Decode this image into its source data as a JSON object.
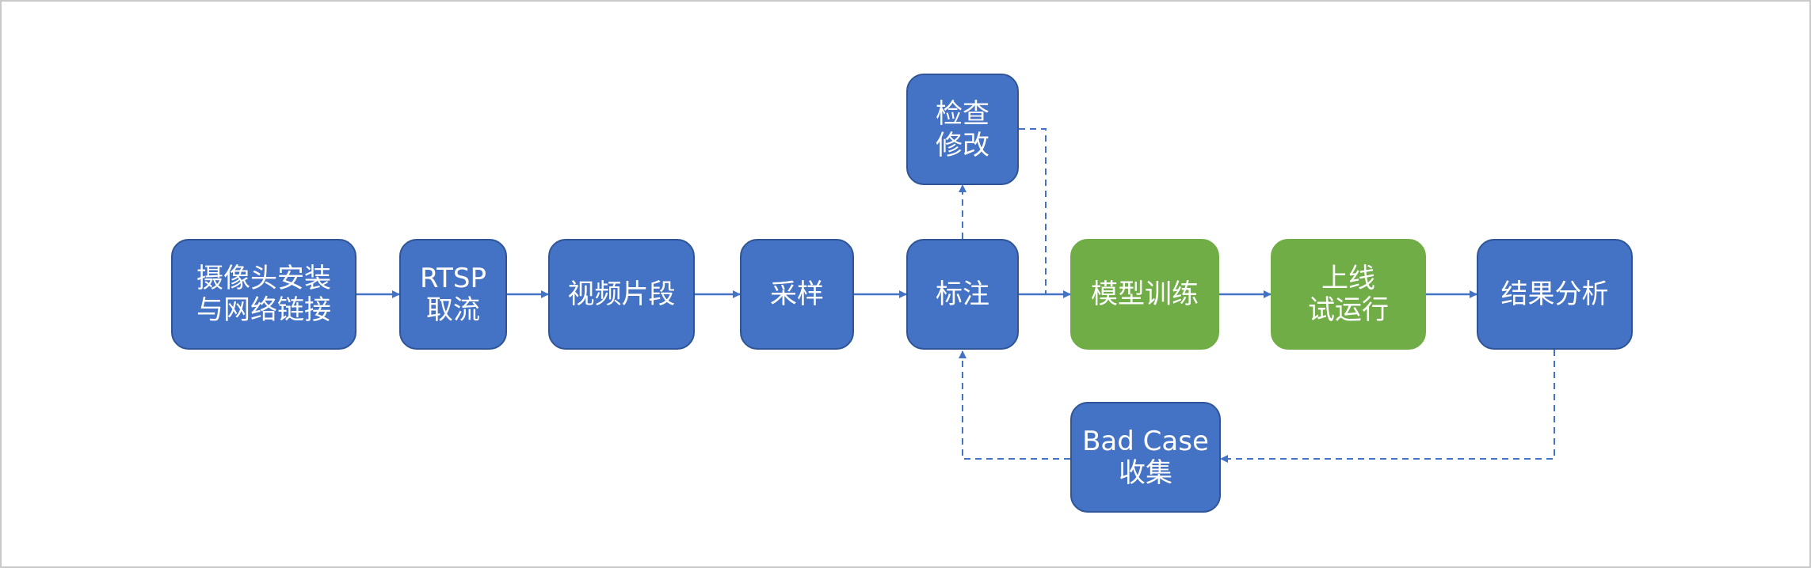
{
  "diagram": {
    "colors": {
      "blue_fill": "#4472c4",
      "blue_border": "#2f5597",
      "green_fill": "#70ad47",
      "arrow": "#4472c4",
      "text": "#ffffff"
    },
    "nodes": {
      "camera": {
        "label": "摄像头安装\n与网络链接",
        "color": "blue"
      },
      "rtsp": {
        "label": "RTSP\n取流",
        "color": "blue"
      },
      "video": {
        "label": "视频片段",
        "color": "blue"
      },
      "sample": {
        "label": "采样",
        "color": "blue"
      },
      "annotate": {
        "label": "标注",
        "color": "blue"
      },
      "check": {
        "label": "检查\n修改",
        "color": "blue"
      },
      "train": {
        "label": "模型训练",
        "color": "green"
      },
      "online": {
        "label": "上线\n试运行",
        "color": "green"
      },
      "analysis": {
        "label": "结果分析",
        "color": "blue"
      },
      "badcase": {
        "label": "Bad Case\n收集",
        "color": "blue"
      }
    },
    "edges": [
      {
        "from": "camera",
        "to": "rtsp",
        "style": "solid"
      },
      {
        "from": "rtsp",
        "to": "video",
        "style": "solid"
      },
      {
        "from": "video",
        "to": "sample",
        "style": "solid"
      },
      {
        "from": "sample",
        "to": "annotate",
        "style": "solid"
      },
      {
        "from": "annotate",
        "to": "train",
        "style": "solid"
      },
      {
        "from": "train",
        "to": "online",
        "style": "solid"
      },
      {
        "from": "online",
        "to": "analysis",
        "style": "solid"
      },
      {
        "from": "annotate",
        "to": "check",
        "style": "dashed"
      },
      {
        "from": "check",
        "to": "train",
        "style": "dashed"
      },
      {
        "from": "analysis",
        "to": "badcase",
        "style": "dashed"
      },
      {
        "from": "badcase",
        "to": "annotate",
        "style": "dashed"
      }
    ]
  }
}
